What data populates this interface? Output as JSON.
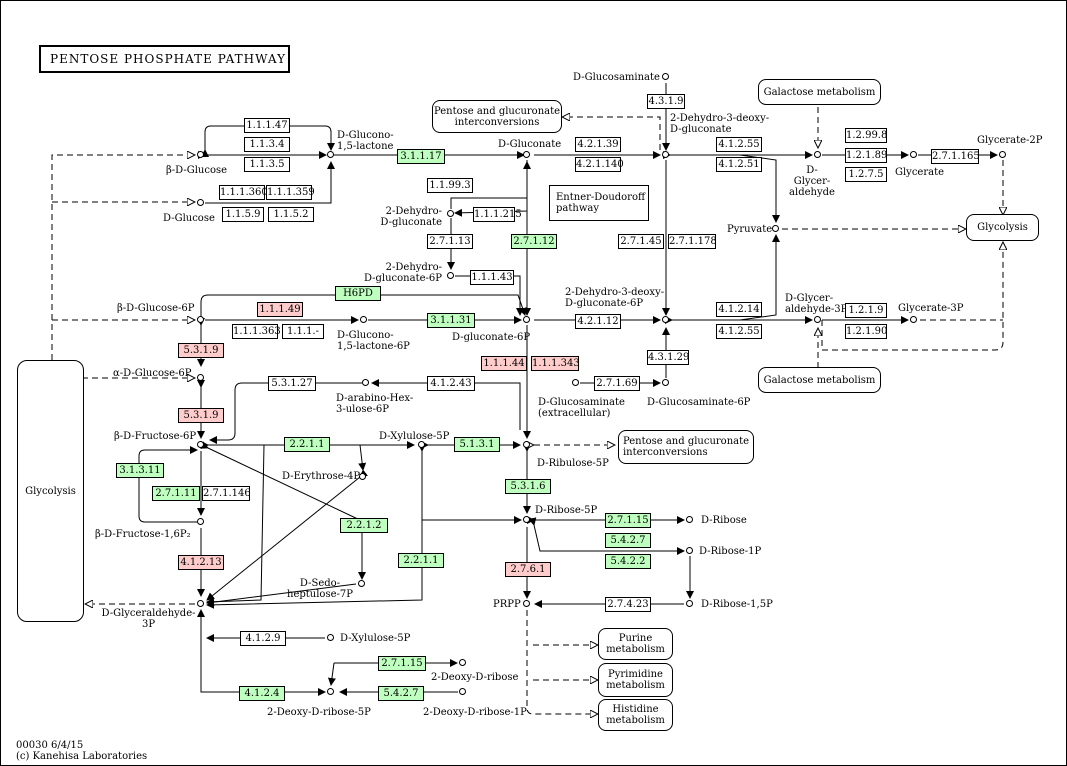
{
  "title": "PENTOSE PHOSPHATE PATHWAY",
  "footer": {
    "map_id": "00030 6/4/15",
    "copyright": "(c) Kanehisa Laboratories"
  },
  "colors": {
    "enzyme_in_set": "#bfffbf",
    "enzyme_highlighted": "#ffcccc",
    "enzyme_other": "#ffffff"
  },
  "maps": {
    "glycolysis_side": "Glycolysis",
    "glycolysis_right": "Glycolysis",
    "pentose_glucuronate_top": "Pentose and glucuronate\ninterconversions",
    "pentose_glucuronate_mid": "Pentose and glucuronate\ninterconversions",
    "galactose_top": "Galactose metabolism",
    "galactose_bottom": "Galactose metabolism",
    "entner_doudoroff": "Entner-Doudoroff\npathway",
    "purine": "Purine\nmetabolism",
    "pyrimidine": "Pyrimidine\nmetabolism",
    "histidine": "Histidine\nmetabolism"
  },
  "compounds": {
    "b_d_glucose": "β-D-Glucose",
    "d_glucose": "D-Glucose",
    "d_glucono_lactone": "D-Glucono-\n1,5-lactone",
    "d_gluconate": "D-Gluconate",
    "dehydro_gluconate": "2-Dehydro-\nD-gluconate",
    "dehydro_gluconate_6p": "2-Dehydro-\nD-gluconate-6P",
    "b_d_glucose_6p": "β-D-Glucose-6P",
    "d_glucono_lactone_6p": "D-Glucono-\n1,5-lactone-6P",
    "d_gluconate_6p": "D-gluconate-6P",
    "dehydro_deoxy_gluconate_6p": "2-Dehydro-3-deoxy-\nD-gluconate-6P",
    "d_glucosaminate": "D-Glucosaminate",
    "dehydro_deoxy_gluconate": "2-Dehydro-3-deoxy-\nD-gluconate",
    "d_glyceraldehyde": "D-Glycer-\naldehyde",
    "glycerate": "Glycerate",
    "glycerate_2p": "Glycerate-2P",
    "pyruvate": "Pyruvate",
    "d_glyceraldehyde_3p_right": "D-Glycer-\naldehyde-3P",
    "glycerate_3p": "Glycerate-3P",
    "a_d_glucose_6p": "α-D-Glucose-6P",
    "d_arabino_hex_ulose_6p": "D-arabino-Hex-\n3-ulose-6P",
    "d_glucosaminate_ext": "D-Glucosaminate\n(extracellular)",
    "d_glucosaminate_6p": "D-Glucosaminate-6P",
    "b_d_fructose_6p": "β-D-Fructose-6P",
    "d_xylulose_5p": "D-Xylulose-5P",
    "d_ribulose_5p": "D-Ribulose-5P",
    "d_erythrose_4p": "D-Erythrose-4P",
    "b_d_fructose_16p2": "β-D-Fructose-1,6P₂",
    "d_ribose_5p": "D-Ribose-5P",
    "d_ribose": "D-Ribose",
    "d_ribose_1p": "D-Ribose-1P",
    "d_sedoheptulose_7p": "D-Sedo-\nheptulose-7P",
    "prpp": "PRPP",
    "d_ribose_15p": "D-Ribose-1,5P",
    "d_glyceraldehyde_3p": "D-Glyceraldehyde-\n3P",
    "d_xylulose_5p_b": "D-Xylulose-5P",
    "deoxy_d_ribose": "2-Deoxy-D-ribose",
    "deoxy_d_ribose_5p": "2-Deoxy-D-ribose-5P",
    "deoxy_d_ribose_1p": "2-Deoxy-D-ribose-1P"
  },
  "enzymes": [
    {
      "id": "e1",
      "label": "1.1.1.47",
      "color": "white"
    },
    {
      "id": "e2",
      "label": "1.1.3.4",
      "color": "white"
    },
    {
      "id": "e3",
      "label": "1.1.3.5",
      "color": "white"
    },
    {
      "id": "e4",
      "label": "1.1.1.360",
      "color": "white"
    },
    {
      "id": "e5",
      "label": "1.1.1.359",
      "color": "white"
    },
    {
      "id": "e6",
      "label": "1.1.5.9",
      "color": "white"
    },
    {
      "id": "e7",
      "label": "1.1.5.2",
      "color": "white"
    },
    {
      "id": "e8",
      "label": "3.1.1.17",
      "color": "green"
    },
    {
      "id": "e9",
      "label": "4.2.1.39",
      "color": "white"
    },
    {
      "id": "e10",
      "label": "4.2.1.140",
      "color": "white"
    },
    {
      "id": "e11",
      "label": "4.3.1.9",
      "color": "white"
    },
    {
      "id": "e12",
      "label": "4.1.2.55",
      "color": "white"
    },
    {
      "id": "e13",
      "label": "4.1.2.51",
      "color": "white"
    },
    {
      "id": "e14",
      "label": "1.2.99.8",
      "color": "white"
    },
    {
      "id": "e15",
      "label": "1.2.1.89",
      "color": "white"
    },
    {
      "id": "e16",
      "label": "1.2.7.5",
      "color": "white"
    },
    {
      "id": "e17",
      "label": "2.7.1.165",
      "color": "white"
    },
    {
      "id": "e18",
      "label": "1.1.99.3",
      "color": "white"
    },
    {
      "id": "e19",
      "label": "1.1.1.215",
      "color": "white"
    },
    {
      "id": "e20",
      "label": "2.7.1.13",
      "color": "white"
    },
    {
      "id": "e21",
      "label": "2.7.1.12",
      "color": "green"
    },
    {
      "id": "e22",
      "label": "2.7.1.45",
      "color": "white"
    },
    {
      "id": "e23",
      "label": "2.7.1.178",
      "color": "white"
    },
    {
      "id": "e24",
      "label": "1.1.1.43",
      "color": "white"
    },
    {
      "id": "e25",
      "label": "H6PD",
      "color": "green"
    },
    {
      "id": "e26",
      "label": "1.1.1.49",
      "color": "pink"
    },
    {
      "id": "e27",
      "label": "1.1.1.363",
      "color": "white"
    },
    {
      "id": "e28",
      "label": "1.1.1.-",
      "color": "white"
    },
    {
      "id": "e29",
      "label": "3.1.1.31",
      "color": "green"
    },
    {
      "id": "e30",
      "label": "4.2.1.12",
      "color": "white"
    },
    {
      "id": "e31",
      "label": "4.1.2.14",
      "color": "white"
    },
    {
      "id": "e32",
      "label": "4.1.2.55",
      "color": "white"
    },
    {
      "id": "e33",
      "label": "1.2.1.9",
      "color": "white"
    },
    {
      "id": "e34",
      "label": "1.2.1.90",
      "color": "white"
    },
    {
      "id": "e35",
      "label": "5.3.1.9",
      "color": "pink"
    },
    {
      "id": "e36",
      "label": "1.1.1.44",
      "color": "pink"
    },
    {
      "id": "e37",
      "label": "1.1.1.343",
      "color": "pink"
    },
    {
      "id": "e38",
      "label": "4.3.1.29",
      "color": "white"
    },
    {
      "id": "e39",
      "label": "5.3.1.27",
      "color": "white"
    },
    {
      "id": "e40",
      "label": "4.1.2.43",
      "color": "white"
    },
    {
      "id": "e41",
      "label": "2.7.1.69",
      "color": "white"
    },
    {
      "id": "e42",
      "label": "5.3.1.9",
      "color": "pink"
    },
    {
      "id": "e43",
      "label": "2.2.1.1",
      "color": "green"
    },
    {
      "id": "e44",
      "label": "5.1.3.1",
      "color": "green"
    },
    {
      "id": "e45",
      "label": "3.1.3.11",
      "color": "green"
    },
    {
      "id": "e46",
      "label": "2.7.1.11",
      "color": "green"
    },
    {
      "id": "e47",
      "label": "2.7.1.146",
      "color": "white"
    },
    {
      "id": "e48",
      "label": "5.3.1.6",
      "color": "green"
    },
    {
      "id": "e49",
      "label": "2.2.1.2",
      "color": "green"
    },
    {
      "id": "e50",
      "label": "2.7.1.15",
      "color": "green"
    },
    {
      "id": "e51",
      "label": "5.4.2.7",
      "color": "green"
    },
    {
      "id": "e52",
      "label": "5.4.2.2",
      "color": "green"
    },
    {
      "id": "e53",
      "label": "4.1.2.13",
      "color": "pink"
    },
    {
      "id": "e54",
      "label": "2.2.1.1",
      "color": "green"
    },
    {
      "id": "e55",
      "label": "2.7.6.1",
      "color": "pink"
    },
    {
      "id": "e56",
      "label": "2.7.4.23",
      "color": "white"
    },
    {
      "id": "e57",
      "label": "4.1.2.9",
      "color": "white"
    },
    {
      "id": "e58",
      "label": "2.7.1.15",
      "color": "green"
    },
    {
      "id": "e59",
      "label": "4.1.2.4",
      "color": "green"
    },
    {
      "id": "e60",
      "label": "5.4.2.7",
      "color": "green"
    }
  ]
}
